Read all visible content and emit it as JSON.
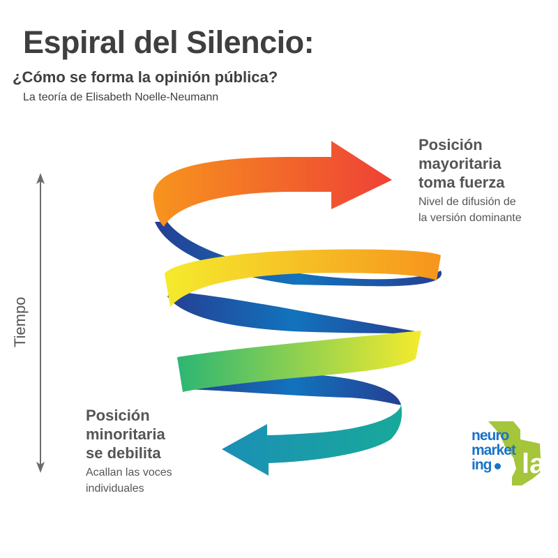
{
  "header": {
    "title": "Espiral del Silencio:",
    "subtitle": "¿Cómo se forma la opinión pública?",
    "author_line": "La teoría de Elisabeth Noelle-Neumann"
  },
  "axis": {
    "label": "Tiempo",
    "icon": "double-headed-vertical-arrow",
    "color": "#666666"
  },
  "majority": {
    "heading_lines": [
      "Posición",
      "mayoritaria",
      "toma fuerza"
    ],
    "description_lines": [
      "Nivel de difusión de",
      "la versión dominante"
    ],
    "arrow_direction": "right",
    "arrow_color": "#ee4136"
  },
  "minority": {
    "heading_lines": [
      "Posición",
      "minoritaria",
      "se debilita"
    ],
    "description_lines": [
      "Acallan las voces",
      "individuales"
    ],
    "arrow_direction": "left",
    "arrow_color": "#1a8fb3"
  },
  "spiral": {
    "bands": [
      {
        "name": "top-band",
        "from": "#f7941d",
        "to": "#ee4136"
      },
      {
        "name": "upper-middle-band",
        "from": "#f5eb2d",
        "to": "#f7941d"
      },
      {
        "name": "lower-middle-band",
        "from": "#2bb673",
        "to": "#f5eb2d"
      },
      {
        "name": "bottom-band",
        "from": "#1b8fb5",
        "to": "#18a99a"
      }
    ],
    "back_color_dark": "#253f93",
    "back_color_mid": "#1273bd"
  },
  "logo": {
    "lines": [
      "neuro",
      "market",
      "ing"
    ],
    "suffix": "la",
    "text_color": "#1a73c8",
    "accent_color": "#a5c53a"
  }
}
